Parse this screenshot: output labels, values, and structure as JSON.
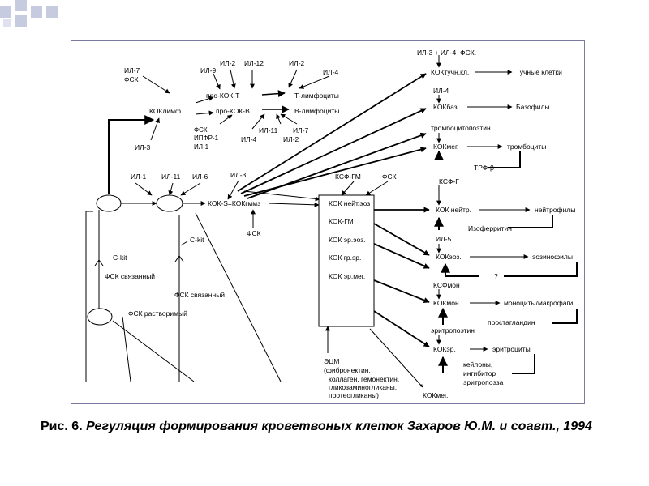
{
  "caption": {
    "lead": "Рис. 6.",
    "text": "Регуляция формирования кроветвоных клеток Захаров Ю.М. и соавт., 1994"
  },
  "labels": {
    "il3_il4_fsk": "ИЛ-3 + ИЛ-4+ФСК.",
    "kok_tuchn": "КОКтучн.кл.",
    "tuchnye": "Тучные клетки",
    "il4_top": "ИЛ-4",
    "kok_baz": "КОКбаз.",
    "bazofily": "Базофилы",
    "trombopoetin": "тромбоцитопоэтин",
    "kok_meg": "КОКмег.",
    "trombocity": "тромбоциты",
    "trf_b": "ТРФ-β",
    "ksf_g": "КСФ-Г",
    "kok_neitr": "КОК нейтр.",
    "neitrofily": "нейтрофилы",
    "izoferritin": "Изоферритин",
    "il5": "ИЛ-5",
    "kok_eoz": "КОКэоз.",
    "eozinofily": "эозинофилы",
    "question": "?",
    "ksf_mon": "КСФмон",
    "kok_mon": "КОКмон.",
    "monocity": "моноциты/макрофаги",
    "prostaglandin": "простагландин",
    "eritropoetin": "эритропоэтин",
    "kok_er": "КОКэр.",
    "eritrocity": "эритроциты",
    "keilony": "кейлоны,",
    "ingibitor": "ингибитор",
    "eritropoeza": "эритропоэза",
    "il7": "ИЛ-7",
    "fsk_left": "ФСК",
    "il9": "ИЛ-9",
    "il2_a": "ИЛ-2",
    "il12": "ИЛ-12",
    "il2_b": "ИЛ-2",
    "il4_mid": "ИЛ-4",
    "pro_kok_t": "про-КОК-Т",
    "t_limfocity": "Т-лимфоциты",
    "kok_limf": "КОКлимф",
    "pro_kok_b": "про-КОК-В",
    "b_limfocity": "В-лимфоциты",
    "fsk_b": "ФСК",
    "ipfr1": "ИПФР-1",
    "il1_b": "ИЛ-1",
    "il11_b": "ИЛ-11",
    "il7_b": "ИЛ-7",
    "il4_b": "ИЛ-4",
    "il2_c": "ИЛ-2",
    "il3_left": "ИЛ-3",
    "il1": "ИЛ-1",
    "il11": "ИЛ-11",
    "il6": "ИЛ-6",
    "il3_mid": "ИЛ-3",
    "ksf_gm": "КСФ-ГМ",
    "fsk_top": "ФСК",
    "kok_s": "КОК-S=КОКгммэ",
    "fsk_under": "ФСК",
    "box_1": "КОК нейт.эоз",
    "box_2": "КОК-ГМ",
    "box_3": "КОК эр.эоз.",
    "box_4": "КОК гр.эр.",
    "box_5": "КОК эр.мег.",
    "c_kit_right": "C-kit",
    "c_kit_left": "C-kit",
    "fsk_bound_left": "ФСК связанный",
    "fsk_bound_mid": "ФСК связанный",
    "fsk_soluble": "ФСК растворимый",
    "ecm_1": "ЭЦМ",
    "ecm_2": "(фибронектин,",
    "ecm_3": "коллаген, гемонектин,",
    "ecm_4": "гликозаминогликаны,",
    "ecm_5": "протеогликаны)",
    "kok_meg_bottom": "КОКмег."
  }
}
